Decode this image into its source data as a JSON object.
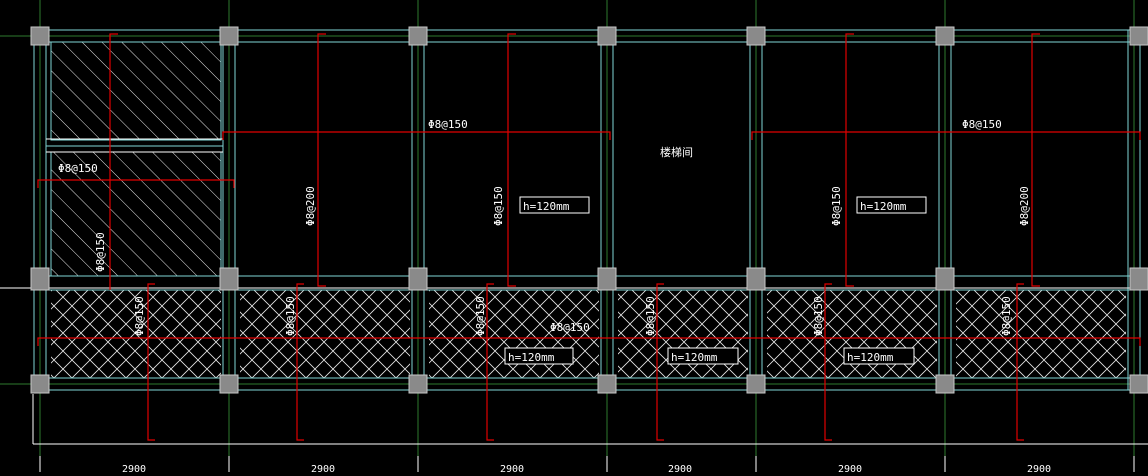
{
  "colors": {
    "background": "#000000",
    "wall": "#7fd6d6",
    "column_fill": "#8a8a8a",
    "column_stroke": "#c8c8c8",
    "rebar": "#e00000",
    "text": "#ffffff",
    "hatch": "#e8e8e8",
    "grid_line": "#2e7a2e",
    "outline": "#ffffff"
  },
  "labels": {
    "rebar": [
      "Φ8@150",
      "Φ8@150",
      "Φ8@150",
      "Φ8@200",
      "Φ8@150",
      "Φ8@150",
      "Φ8@200",
      "Φ8@150",
      "Φ8@150",
      "Φ8@150",
      "Φ8@150",
      "Φ8@150",
      "Φ8@150",
      "Φ8@150",
      "Φ8@150"
    ],
    "thickness": [
      "h=120mm",
      "h=120mm",
      "h=120mm",
      "h=120mm",
      "h=120mm"
    ],
    "stair": "楼梯间",
    "dims": [
      "2900",
      "2900",
      "2900",
      "2900",
      "2900",
      "2900"
    ]
  }
}
